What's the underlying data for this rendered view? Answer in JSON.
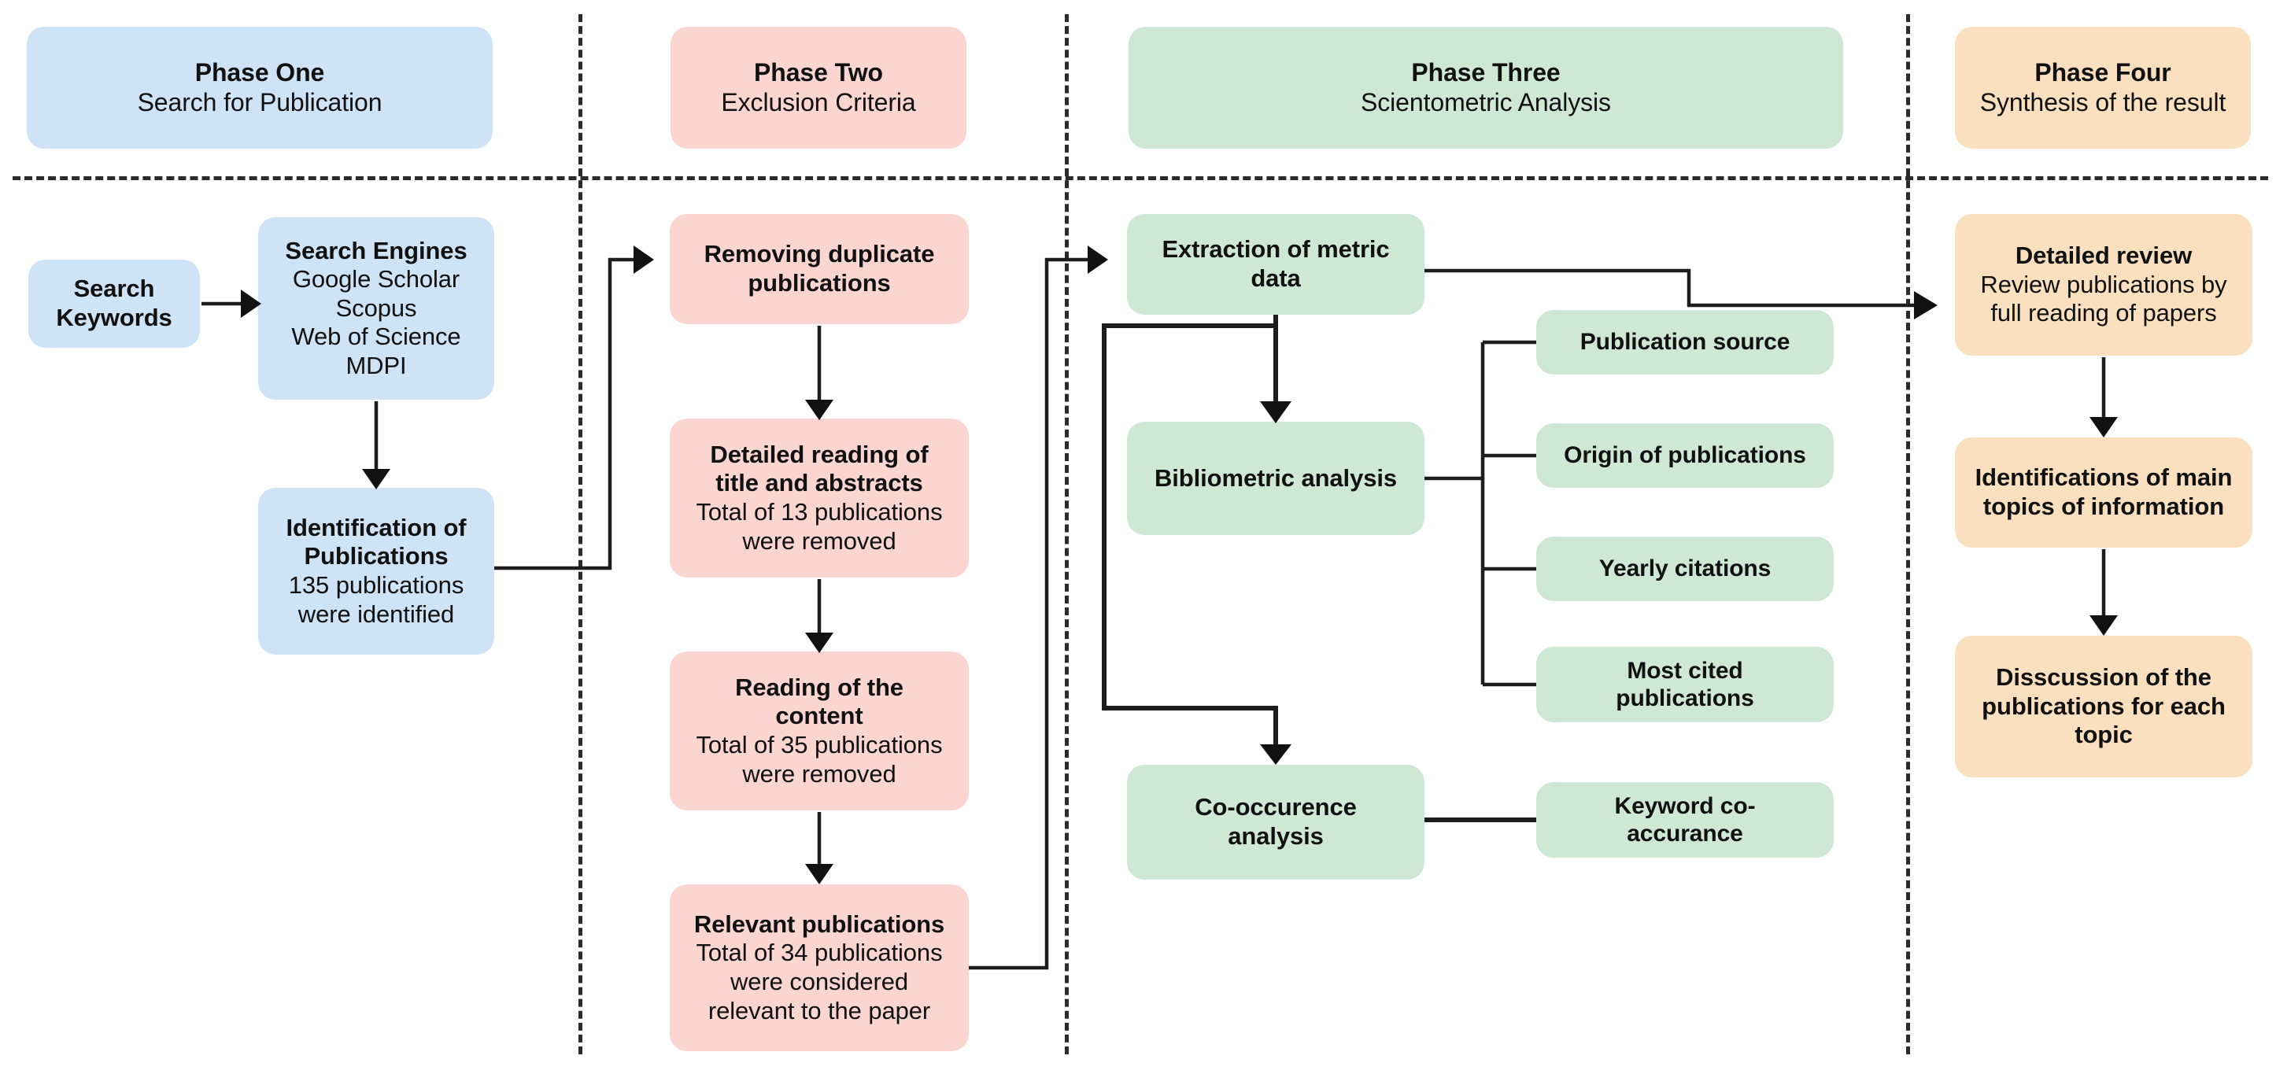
{
  "diagram": {
    "title": "Scientometric literature review methodology flowchart",
    "colors": {
      "phase_one": "#cfe3f7",
      "phase_two": "#fbd5d0",
      "phase_three": "#cfe8d4",
      "phase_four": "#fbe0c0",
      "connector": "#1d1d1d",
      "divider": "#2b2b2b",
      "background": "#ffffff"
    }
  },
  "phases": [
    {
      "id": "phase-one",
      "title": "Phase One",
      "subtitle": "Search for Publication"
    },
    {
      "id": "phase-two",
      "title": "Phase Two",
      "subtitle": "Exclusion Criteria"
    },
    {
      "id": "phase-three",
      "title": "Phase Three",
      "subtitle": "Scientometric Analysis"
    },
    {
      "id": "phase-four",
      "title": "Phase Four",
      "subtitle": "Synthesis of the result"
    }
  ],
  "phase_one_nodes": {
    "search_keywords": {
      "title": "Search",
      "line2": "Keywords"
    },
    "search_engines": {
      "title": "Search Engines",
      "engines": [
        "Google Scholar",
        "Scopus",
        "Web of Science",
        "MDPI"
      ]
    },
    "identification": {
      "title_line1": "Identification of",
      "title_line2": "Publications",
      "detail_line1": "135 publications",
      "detail_line2": "were identified"
    }
  },
  "phase_two_nodes": {
    "removing_duplicates": {
      "title_line1": "Removing duplicate",
      "title_line2": "publications"
    },
    "detailed_reading": {
      "title_line1": "Detailed reading of",
      "title_line2": "title and abstracts",
      "detail_line1": "Total of 13 publications",
      "detail_line2": "were removed"
    },
    "reading_content": {
      "title_line1": "Reading of the",
      "title_line2": "content",
      "detail_line1": "Total of 35 publications",
      "detail_line2": "were removed"
    },
    "relevant_publications": {
      "title_line1": "Relevant publications",
      "detail_line1": "Total of 34 publications",
      "detail_line2": "were considered",
      "detail_line3": "relevant to the paper"
    }
  },
  "phase_three_nodes": {
    "extraction": {
      "title_line1": "Extraction of metric",
      "title_line2": "data"
    },
    "bibliometric": {
      "title_line1": "Bibliometric analysis"
    },
    "cooccurence": {
      "title_line1": "Co-occurence",
      "title_line2": "analysis"
    },
    "bibliometric_children": [
      {
        "id": "publication-source",
        "label_line1": "Publication source",
        "label_line2": ""
      },
      {
        "id": "origin-publications",
        "label_line1": "Origin of publications",
        "label_line2": ""
      },
      {
        "id": "yearly-citations",
        "label_line1": "Yearly citations",
        "label_line2": ""
      },
      {
        "id": "most-cited",
        "label_line1": "Most cited",
        "label_line2": "publications"
      }
    ],
    "cooccurence_children": [
      {
        "id": "keyword-cooccurance",
        "label_line1": "Keyword co-",
        "label_line2": "accurance"
      }
    ]
  },
  "phase_four_nodes": {
    "detailed_review": {
      "title_line1": "Detailed review",
      "detail_line1": "Review publications by",
      "detail_line2": "full reading of papers"
    },
    "identifications": {
      "title_line1": "Identifications of main",
      "title_line2": "topics of information"
    },
    "discussion": {
      "title_line1": "Disscussion of the",
      "title_line2": "publications for each",
      "title_line3": "topic"
    }
  }
}
